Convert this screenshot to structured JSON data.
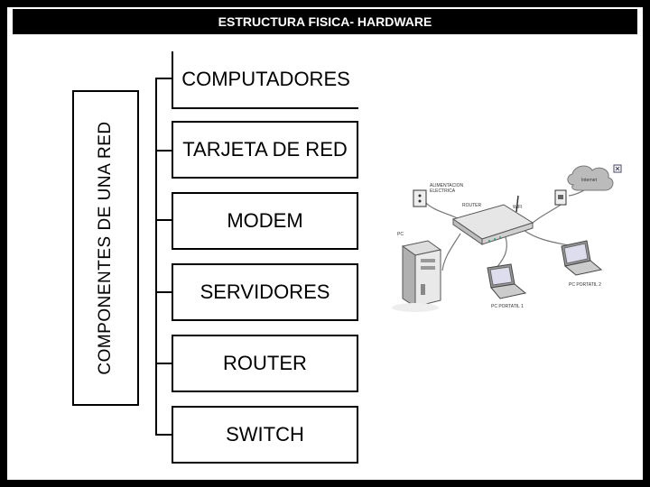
{
  "title": "ESTRUCTURA FISICA- HARDWARE",
  "side_label": "COMPONENTES DE UNA RED",
  "components": [
    "COMPUTADORES",
    "TARJETA DE RED",
    "MODEM",
    "SERVIDORES",
    "ROUTER",
    "SWITCH"
  ],
  "illustration": {
    "power_label_1": "ALIMENTACION",
    "power_label_2": "ELECTRICA",
    "router_label": "ROUTER",
    "wifi_label": "WIFI",
    "pc_label": "PC",
    "laptop1_label": "PC PORTATIL 1",
    "laptop2_label": "PC PORTATIL 2",
    "cloud_label": "Internet"
  },
  "colors": {
    "title_bar": "#000000",
    "title_text": "#ffffff"
  }
}
